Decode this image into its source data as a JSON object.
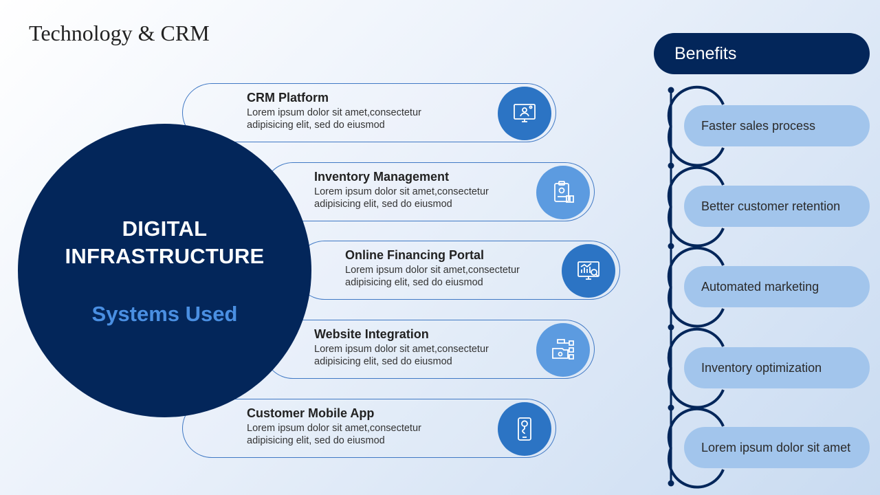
{
  "title": "Technology & CRM",
  "hub": {
    "line1": "DIGITAL",
    "line2": "INFRASTRUCTURE",
    "subtitle": "Systems Used"
  },
  "systems": [
    {
      "title": "CRM Platform",
      "desc": "Lorem ipsum dolor sit amet,consectetur adipisicing elit, sed do eiusmod",
      "icon": "crm-monitor-icon"
    },
    {
      "title": "Inventory Management",
      "desc": "Lorem ipsum dolor sit amet,consectetur adipisicing elit, sed do eiusmod",
      "icon": "clipboard-gear-icon"
    },
    {
      "title": "Online Financing Portal",
      "desc": "Lorem ipsum dolor sit amet,consectetur adipisicing elit, sed do eiusmod",
      "icon": "analytics-monitor-icon"
    },
    {
      "title": "Website Integration",
      "desc": "Lorem ipsum dolor sit amet,consectetur adipisicing elit, sed do eiusmod",
      "icon": "folder-network-icon"
    },
    {
      "title": "Customer Mobile App",
      "desc": "Lorem ipsum dolor sit amet,consectetur adipisicing elit, sed do eiusmod",
      "icon": "mobile-location-icon"
    }
  ],
  "benefits": {
    "header": "Benefits",
    "items": [
      "Faster sales process",
      "Better customer retention",
      "Automated marketing",
      "Inventory optimization",
      "Lorem ipsum dolor sit amet"
    ]
  },
  "colors": {
    "navy": "#03265a",
    "accent": "#2c74c4",
    "accent_light": "#5c9be0",
    "benefit_pill": "#a2c5ec",
    "subtitle": "#4a8fe2"
  }
}
